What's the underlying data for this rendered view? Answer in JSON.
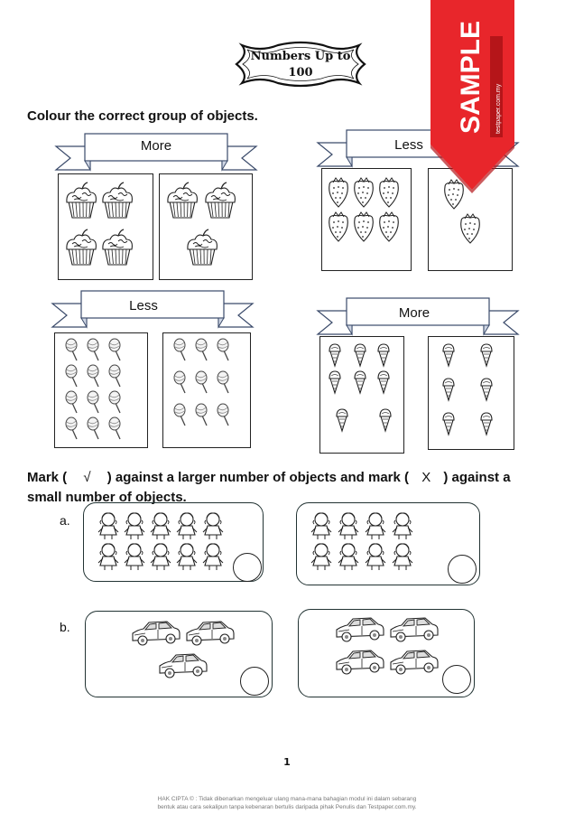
{
  "title": {
    "line1": "Numbers Up to",
    "line2": "100"
  },
  "section1": {
    "instruction": "Colour the correct group of objects.",
    "groups": [
      {
        "label": "More",
        "object": "cupcake",
        "left_count": 4,
        "right_count": 3
      },
      {
        "label": "Less",
        "object": "strawberry",
        "left_count": 6,
        "right_count": 2
      },
      {
        "label": "Less",
        "object": "lollipop",
        "left_count": 12,
        "right_count": 9
      },
      {
        "label": "More",
        "object": "ice-cream-cone",
        "left_count": 8,
        "right_count": 6
      }
    ]
  },
  "section2": {
    "instruction_part1": "Mark (",
    "tick_symbol": "√",
    "instruction_part2": ") against a larger number of objects and mark (",
    "cross_symbol": "X",
    "instruction_part3": ") against a",
    "instruction_line2": "small number of objects.",
    "items": [
      {
        "letter": "a.",
        "object": "child",
        "left_count": 10,
        "right_count": 8
      },
      {
        "letter": "b.",
        "object": "car",
        "left_count": 3,
        "right_count": 4
      }
    ]
  },
  "page_number": "1",
  "copyright": {
    "line1": "HAK CIPTA © : Tidak dibenarkan mengeluar ulang mana-mana bahagian modul ini dalam sebarang",
    "line2": "bentuk atau cara sekalipun tanpa kebenaran bertulis daripada pihak Penulis dan Testpaper.com.my."
  },
  "watermark": {
    "text": "SAMPLE",
    "subtext": "testpaper.com.my",
    "color": "#e8262b"
  }
}
